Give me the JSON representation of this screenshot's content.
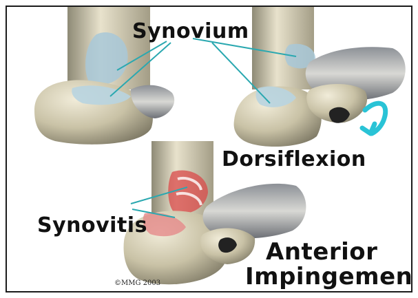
{
  "labels": {
    "synovium": "Synovium",
    "dorsiflexion": "Dorsiflexion",
    "synovitis": "Synovitis",
    "anterior": "Anterior",
    "impingement": "Impingement",
    "copyright": "©MMG 2003"
  },
  "colors": {
    "bone": "#c9c2a6",
    "bone_shadow": "#8f8a74",
    "synovium": "#a8c8d8",
    "inflamed": "#d94a4a",
    "leader_line": "#2aa8b0",
    "arrow": "#29c3d6",
    "cartilage_dark": "#222222"
  }
}
